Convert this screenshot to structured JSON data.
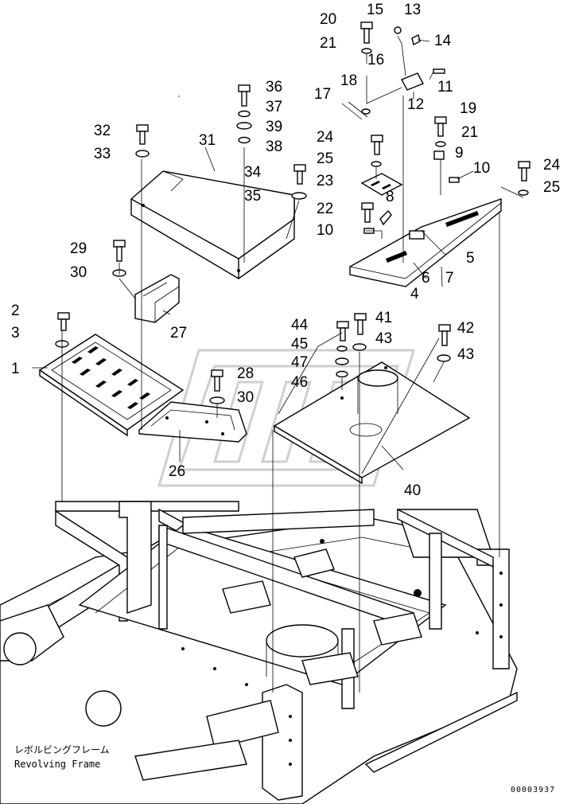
{
  "callouts": [
    "1",
    "2",
    "3",
    "4",
    "5",
    "6",
    "7",
    "8",
    "9",
    "10",
    "10",
    "11",
    "12",
    "13",
    "14",
    "15",
    "16",
    "17",
    "18",
    "19",
    "20",
    "21",
    "21",
    "22",
    "23",
    "24",
    "24",
    "25",
    "25",
    "26",
    "27",
    "28",
    "29",
    "30",
    "30",
    "31",
    "32",
    "33",
    "34",
    "35",
    "36",
    "37",
    "38",
    "39",
    "40",
    "41",
    "42",
    "43",
    "43",
    "44",
    "45",
    "46",
    "47"
  ],
  "caption": {
    "jp": "レボルビングフレーム",
    "en": "Revolving Frame"
  },
  "doc_number": "00003937"
}
